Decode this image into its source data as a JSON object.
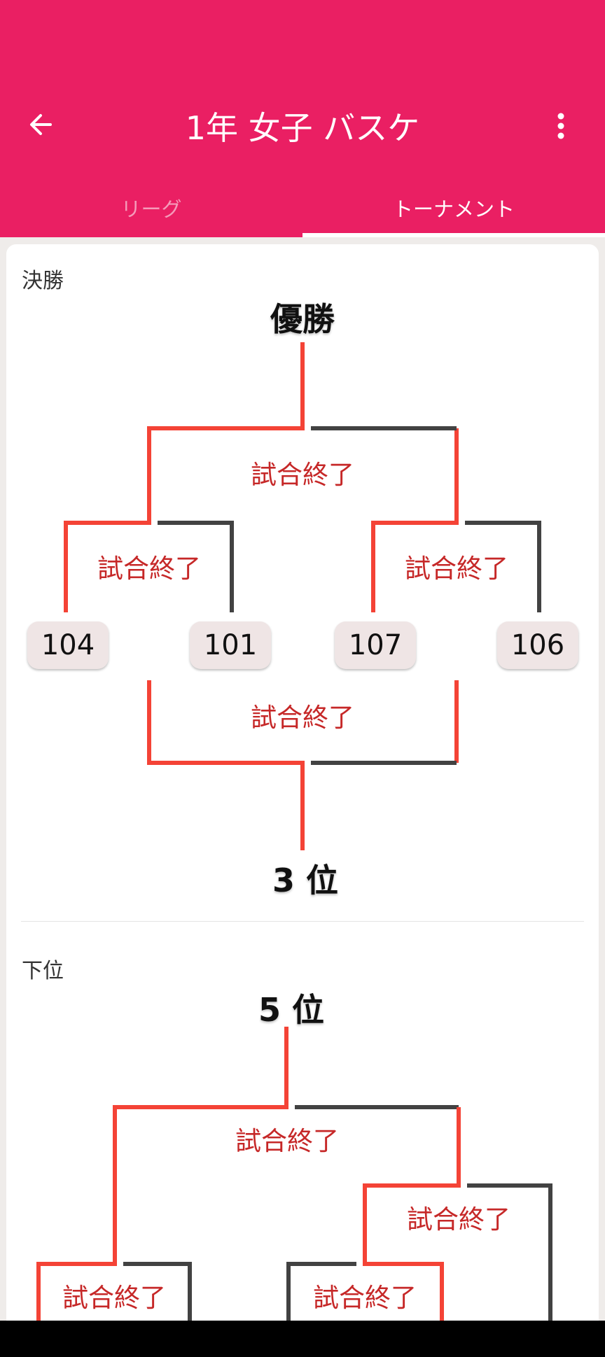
{
  "app": {
    "title": "1年 女子 バスケ",
    "back_icon": "arrow-left-icon",
    "menu_icon": "more-vert-icon",
    "theme_color": "#ea1f63"
  },
  "tabs": [
    {
      "label": "リーグ",
      "selected": false
    },
    {
      "label": "トーナメント",
      "selected": true
    }
  ],
  "final": {
    "label": "決勝",
    "champion_label": "優勝",
    "third_label": "3 位",
    "statuses": {
      "final": "試合終了",
      "semi_left": "試合終了",
      "semi_right": "試合終了",
      "third_place": "試合終了"
    },
    "teams": [
      "104",
      "101",
      "107",
      "106"
    ]
  },
  "lower": {
    "label": "下位",
    "top_label": "5 位",
    "statuses": {
      "top": "試合終了",
      "right_mid": "試合終了",
      "left_bottom": "試合終了",
      "center_bottom": "試合終了"
    }
  },
  "colors": {
    "win_line": "#f44336",
    "lose_line": "#424242",
    "status_text": "#c62828"
  }
}
